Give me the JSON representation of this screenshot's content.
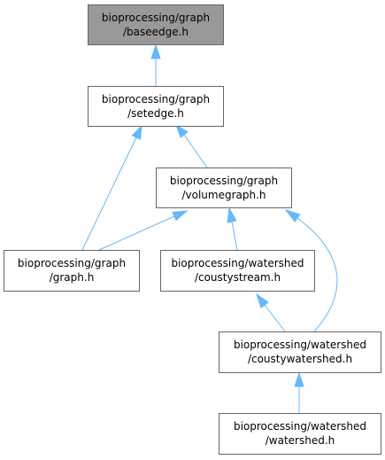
{
  "diagram": {
    "colors": {
      "edge": "#63b8ff",
      "node_border": "#666666",
      "node_fill": "#ffffff",
      "highlight_fill": "#999999"
    },
    "nodes": [
      {
        "id": "baseedge",
        "line1": "bioprocessing/graph",
        "line2": "/baseedge.h",
        "highlighted": true
      },
      {
        "id": "setedge",
        "line1": "bioprocessing/graph",
        "line2": "/setedge.h",
        "highlighted": false
      },
      {
        "id": "volumegraph",
        "line1": "bioprocessing/graph",
        "line2": "/volumegraph.h",
        "highlighted": false
      },
      {
        "id": "graph",
        "line1": "bioprocessing/graph",
        "line2": "/graph.h",
        "highlighted": false
      },
      {
        "id": "coustystream",
        "line1": "bioprocessing/watershed",
        "line2": "/coustystream.h",
        "highlighted": false
      },
      {
        "id": "coustywatershed",
        "line1": "bioprocessing/watershed",
        "line2": "/coustywatershed.h",
        "highlighted": false
      },
      {
        "id": "watershed",
        "line1": "bioprocessing/watershed",
        "line2": "/watershed.h",
        "highlighted": false
      }
    ],
    "edges": [
      {
        "from": "setedge",
        "to": "baseedge"
      },
      {
        "from": "graph",
        "to": "setedge"
      },
      {
        "from": "volumegraph",
        "to": "setedge"
      },
      {
        "from": "graph",
        "to": "volumegraph"
      },
      {
        "from": "coustystream",
        "to": "volumegraph"
      },
      {
        "from": "coustywatershed",
        "to": "volumegraph"
      },
      {
        "from": "coustywatershed",
        "to": "coustystream"
      },
      {
        "from": "watershed",
        "to": "coustywatershed"
      }
    ]
  }
}
